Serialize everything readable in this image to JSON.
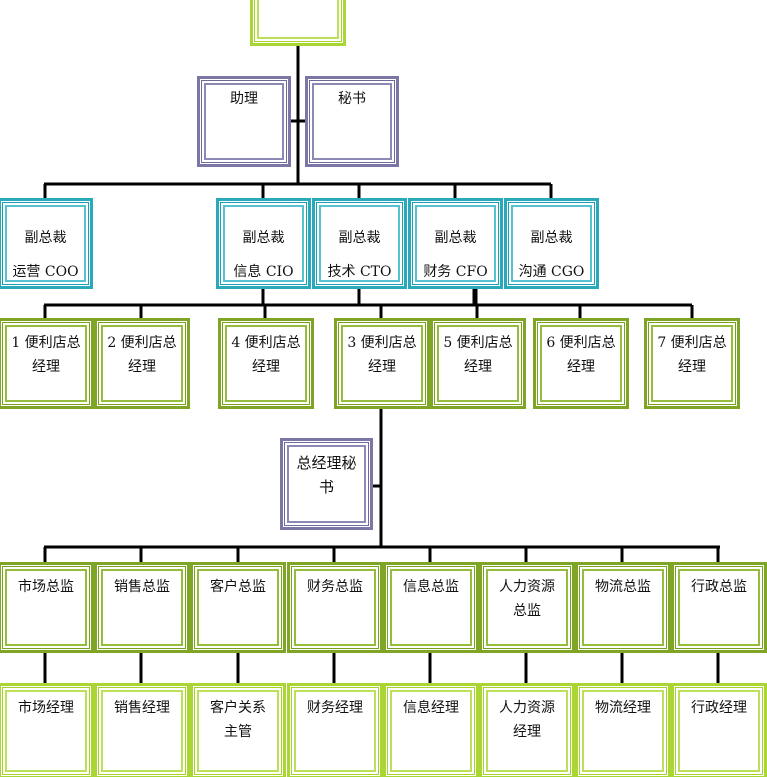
{
  "assistants": {
    "assistant": "助理",
    "secretary": "秘书"
  },
  "vps": [
    {
      "title": "副总裁",
      "role": "运营 COO"
    },
    {
      "title": "副总裁",
      "role": "信息 CIO"
    },
    {
      "title": "副总裁",
      "role": "技术 CTO"
    },
    {
      "title": "副总裁",
      "role": "财务 CFO"
    },
    {
      "title": "副总裁",
      "role": "沟通 CGO"
    }
  ],
  "stores": [
    {
      "l1": "1 便利店总",
      "l2": "经理"
    },
    {
      "l1": "2 便利店总",
      "l2": "经理"
    },
    {
      "l1": "4 便利店总",
      "l2": "经理"
    },
    {
      "l1": "3 便利店总",
      "l2": "经理"
    },
    {
      "l1": "5 便利店总",
      "l2": "经理"
    },
    {
      "l1": "6 便利店总",
      "l2": "经理"
    },
    {
      "l1": "7 便利店总",
      "l2": "经理"
    }
  ],
  "gm_secretary": {
    "l1": "总经理秘",
    "l2": "书"
  },
  "directors": [
    {
      "l1": "市场总监",
      "l2": ""
    },
    {
      "l1": "销售总监",
      "l2": ""
    },
    {
      "l1": "客户总监",
      "l2": ""
    },
    {
      "l1": "财务总监",
      "l2": ""
    },
    {
      "l1": "信息总监",
      "l2": ""
    },
    {
      "l1": "人力资源",
      "l2": "总监"
    },
    {
      "l1": "物流总监",
      "l2": ""
    },
    {
      "l1": "行政总监",
      "l2": ""
    }
  ],
  "managers": [
    {
      "l1": "市场经理",
      "l2": ""
    },
    {
      "l1": "销售经理",
      "l2": ""
    },
    {
      "l1": "客户关系",
      "l2": "主管"
    },
    {
      "l1": "财务经理",
      "l2": ""
    },
    {
      "l1": "信息经理",
      "l2": ""
    },
    {
      "l1": "人力资源",
      "l2": "经理"
    },
    {
      "l1": "物流经理",
      "l2": ""
    },
    {
      "l1": "行政经理",
      "l2": ""
    }
  ]
}
